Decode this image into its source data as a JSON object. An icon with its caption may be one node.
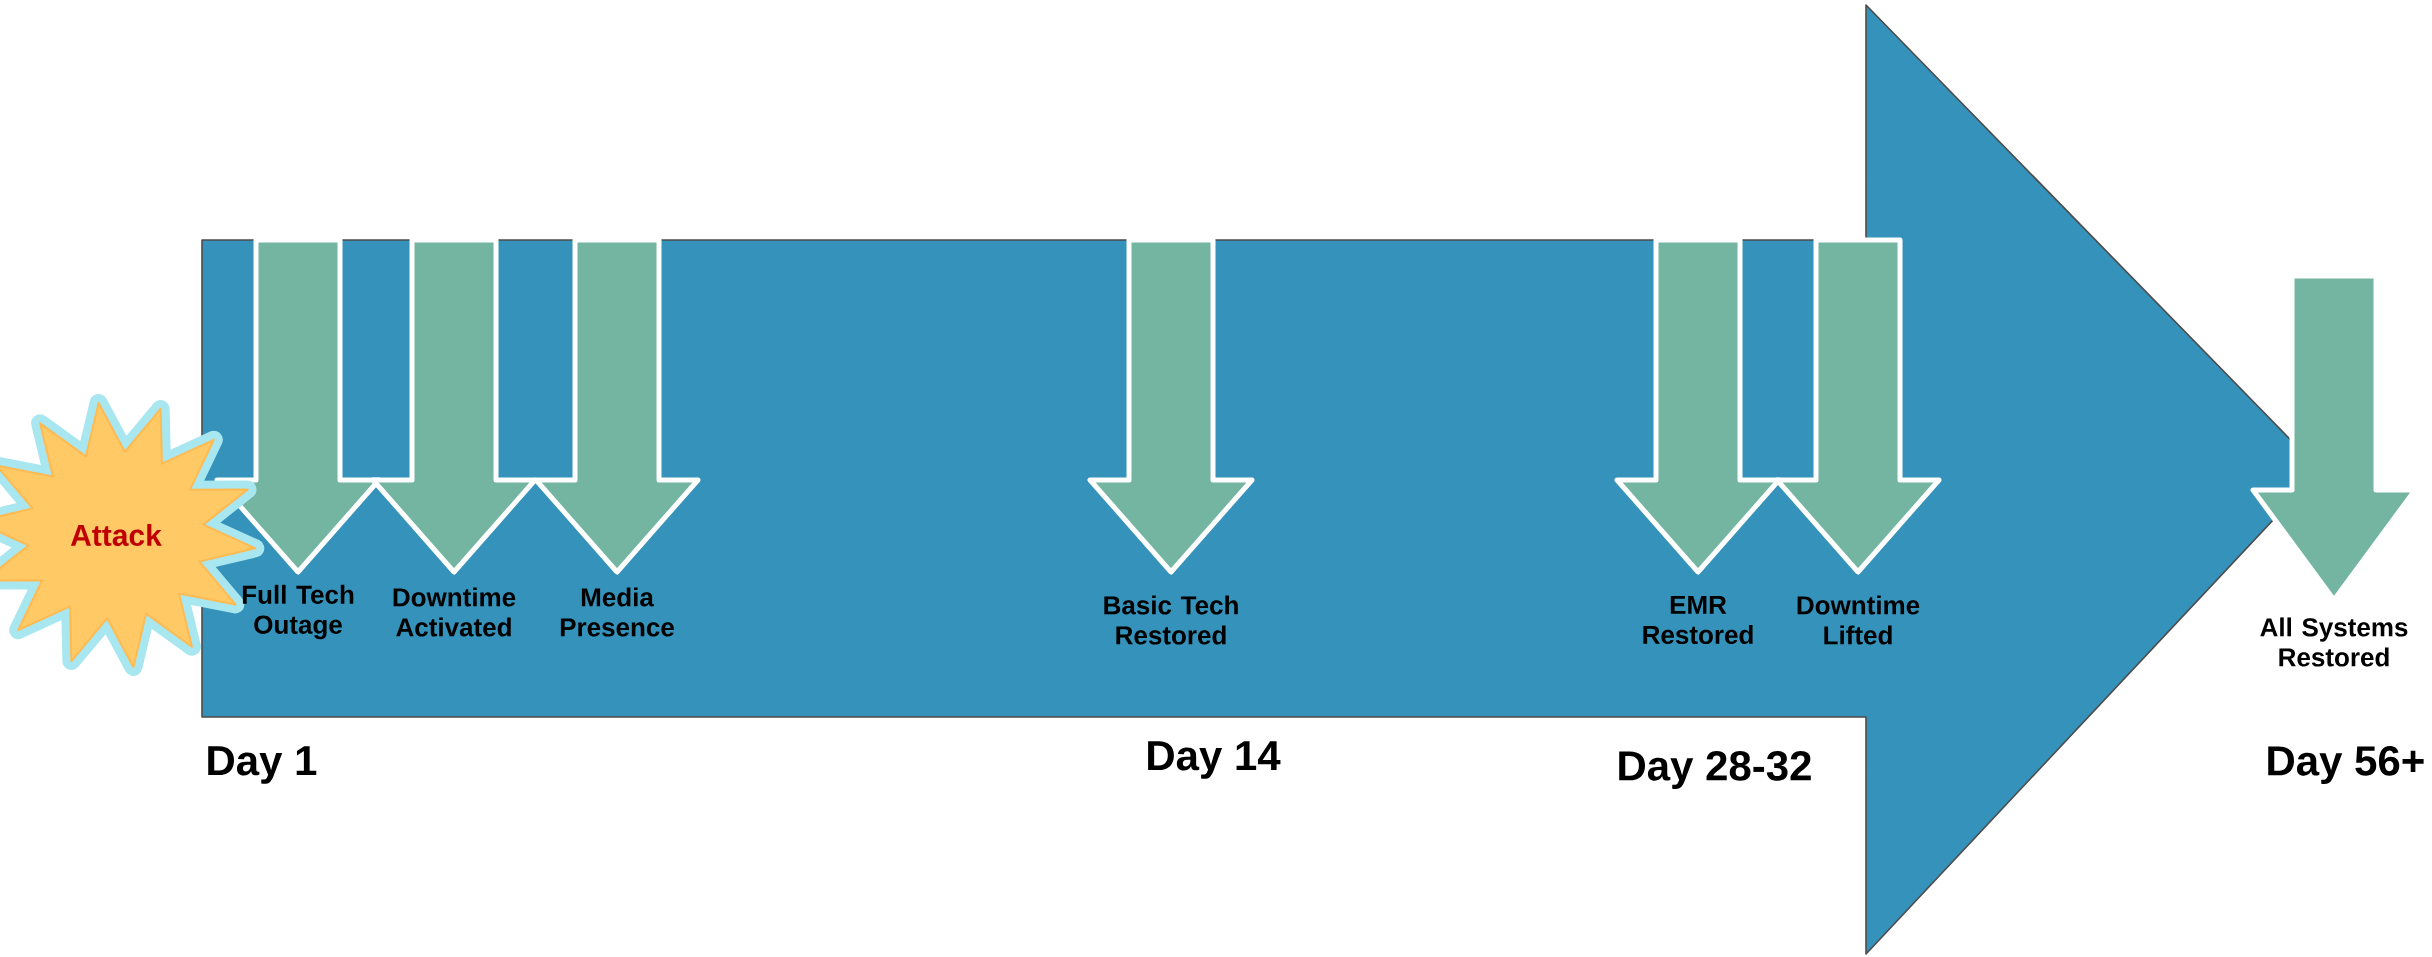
{
  "diagram": {
    "nodes": [
      {
        "text": [
          "Attack"
        ]
      },
      {
        "text": [
          "Full Tech Outage"
        ]
      },
      {
        "text": [
          "Downtime Activated"
        ]
      },
      {
        "text": [
          "Media Presence"
        ]
      },
      {
        "text": [
          "Basic Tech Restored"
        ]
      },
      {
        "text": [
          "EMR Restored"
        ]
      },
      {
        "text": [
          "Downtime Lifted"
        ]
      },
      {
        "text": [
          "All Systems Restored"
        ]
      }
    ],
    "edges": [
      {
        "from": 0,
        "to": 7,
        "arrow": "to"
      },
      {
        "from": null,
        "to": 1,
        "arrow": "to"
      },
      {
        "from": null,
        "to": 2,
        "arrow": "to"
      },
      {
        "from": null,
        "to": 3,
        "arrow": "to"
      },
      {
        "from": null,
        "to": 4,
        "arrow": "to"
      },
      {
        "from": null,
        "to": 5,
        "arrow": "to"
      },
      {
        "from": null,
        "to": 6,
        "arrow": "to"
      },
      {
        "from": null,
        "to": 7,
        "arrow": "to"
      }
    ],
    "labels": [
      "Day 1",
      "Day 14",
      "Day 28-32",
      "Day 56+"
    ]
  }
}
